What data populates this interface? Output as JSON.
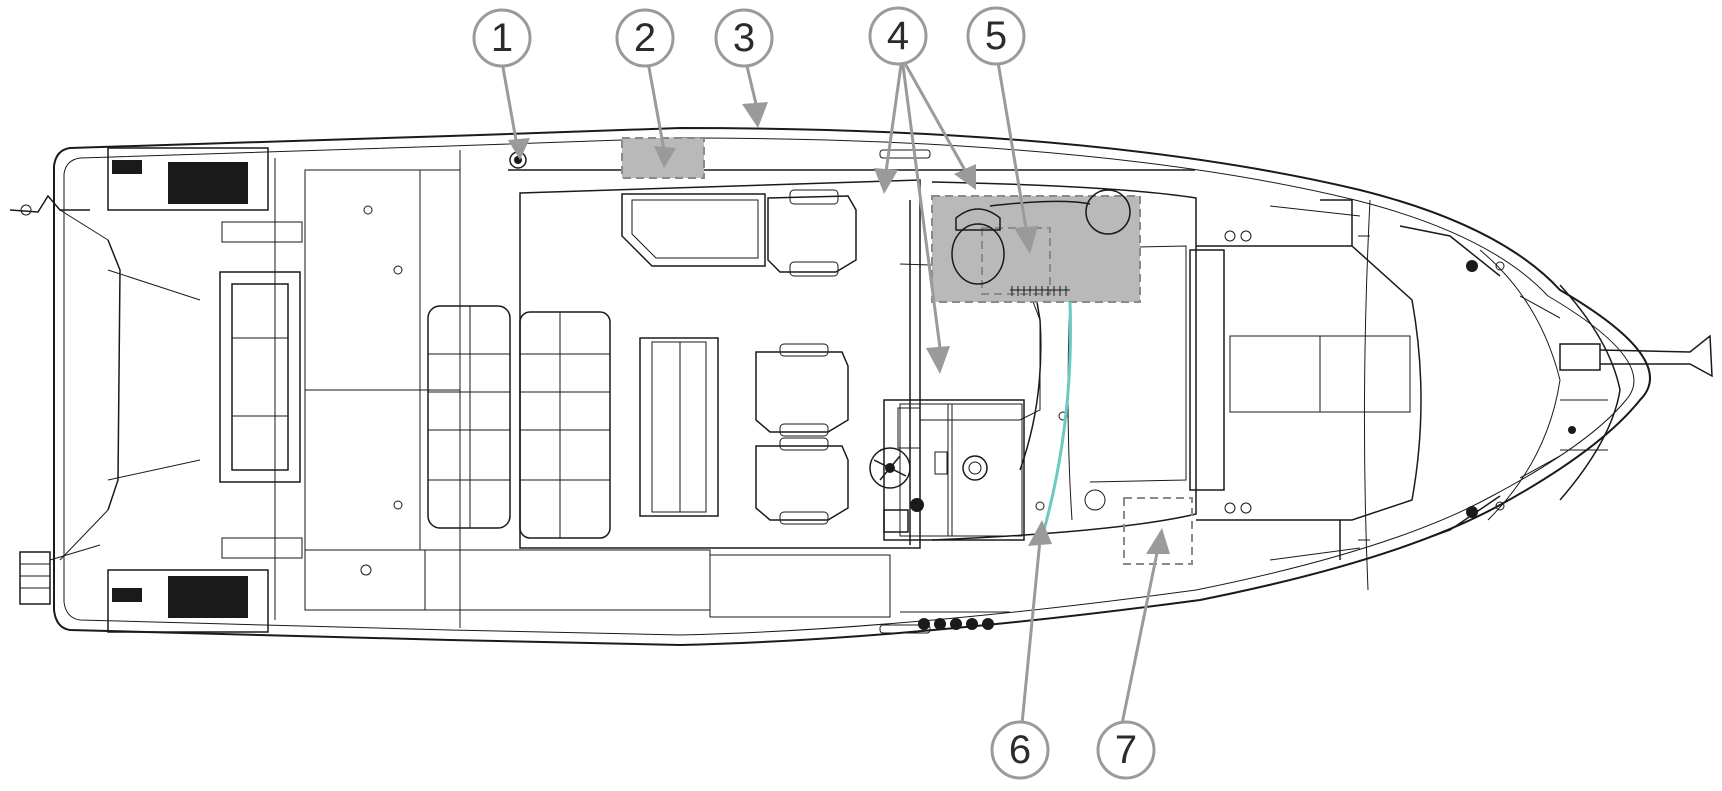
{
  "callouts": [
    {
      "id": "c1",
      "label": "1"
    },
    {
      "id": "c2",
      "label": "2"
    },
    {
      "id": "c3",
      "label": "3"
    },
    {
      "id": "c4",
      "label": "4"
    },
    {
      "id": "c5",
      "label": "5"
    },
    {
      "id": "c6",
      "label": "6"
    },
    {
      "id": "c7",
      "label": "7"
    }
  ],
  "colors": {
    "line": "#1a1a1a",
    "callout": "#9a9a9a",
    "zone_fill": "#b9b9b9",
    "water": "#6ac9c3"
  }
}
